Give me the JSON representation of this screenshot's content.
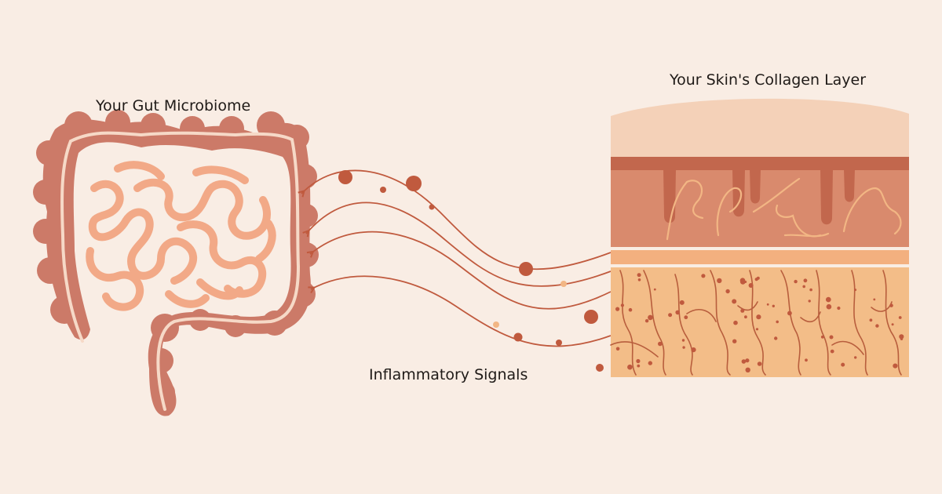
{
  "labels": {
    "gut": "Your Gut Microbiome",
    "skin": "Your Skin's Collagen Layer",
    "signals": "Inflammatory Signals"
  },
  "colors": {
    "background": "#f9ede4",
    "colon": "#cc7a68",
    "colon_line": "#f6d9c7",
    "small_intestine": "#f2a987",
    "epidermis": "#f4d1b8",
    "dermis_band": "#c2674d",
    "dermis": "#d98a6d",
    "collagen_stripe": "#f3b07f",
    "subcutis": "#f3bd88",
    "signal": "#c05a3e",
    "fiber": "#b85e3d"
  },
  "icons": [
    "colon-illustration",
    "small-intestine-illustration",
    "skin-cross-section",
    "signal-arrow-icon",
    "signal-particle"
  ]
}
